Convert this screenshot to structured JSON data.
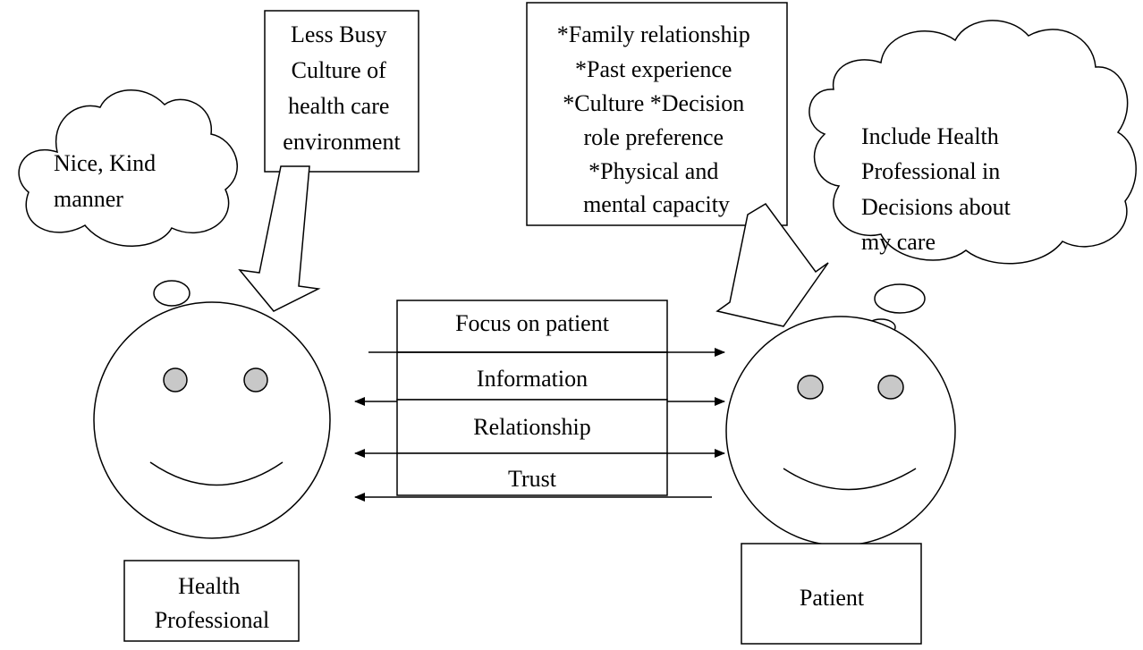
{
  "external_factors_box": [
    "Less Busy",
    "Culture of",
    "health care",
    "environment"
  ],
  "patient_factors_box": [
    "*Family relationship",
    "*Past experience",
    "*Culture *Decision",
    "role preference",
    "*Physical and",
    "mental capacity"
  ],
  "professional_thought": [
    "Nice, Kind",
    "manner"
  ],
  "patient_thought": [
    "Include Health",
    "Professional in",
    "Decisions about",
    "my care"
  ],
  "channels": {
    "focus": "Focus on patient",
    "information": "Information",
    "relationship": "Relationship",
    "trust": "Trust"
  },
  "labels": {
    "health_professional": [
      "Health",
      "Professional"
    ],
    "patient": "Patient"
  },
  "colors": {
    "eye_fill": "#c8c8c8",
    "line": "#000000"
  }
}
